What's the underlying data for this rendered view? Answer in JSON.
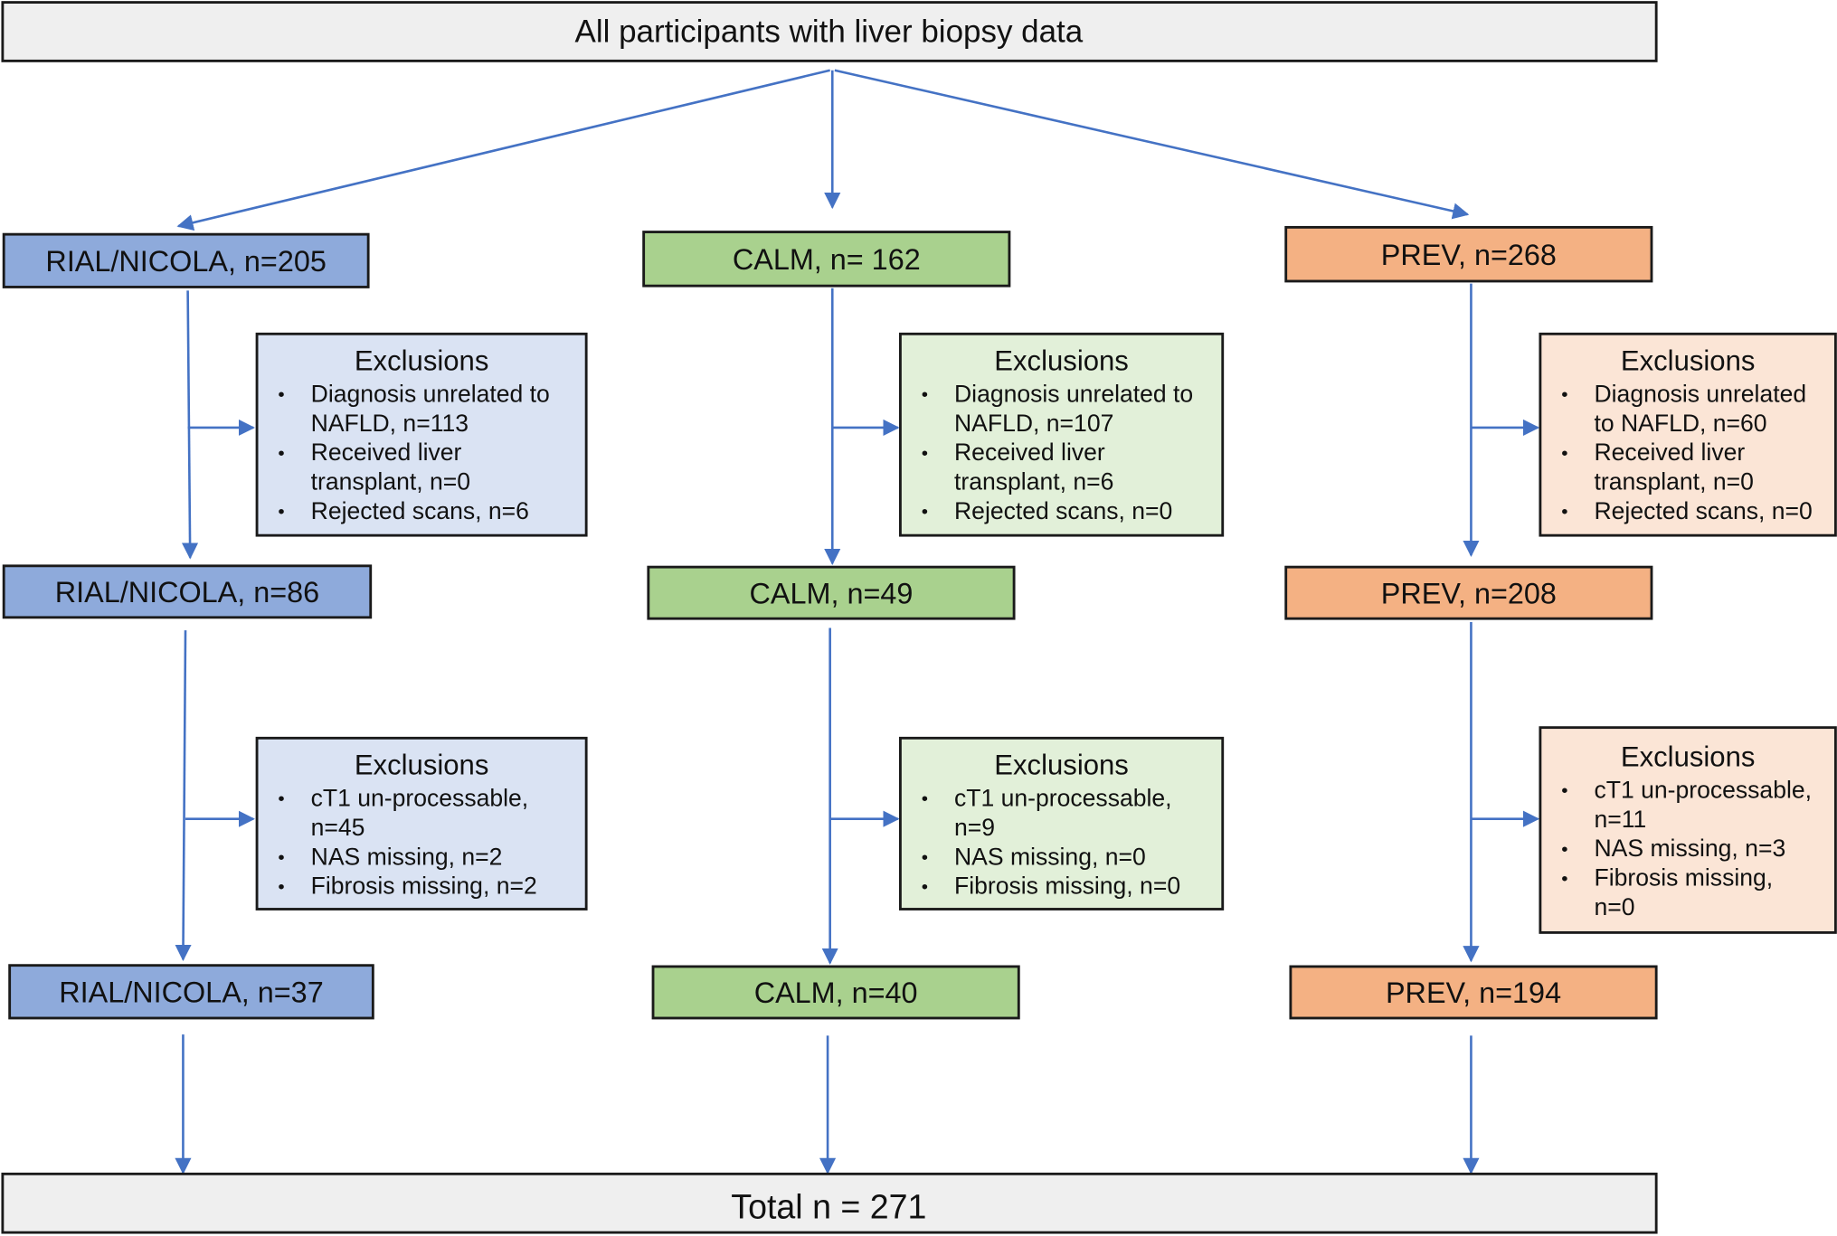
{
  "top": "All  participants with liver biopsy data",
  "total": "Total n = 271",
  "colors": {
    "arrow": "#4472c4",
    "top_fill": "#efefef",
    "rial_fill": "#8eaadb",
    "rial_light": "#dae3f3",
    "calm_fill": "#a9d18e",
    "calm_light": "#e2f0d9",
    "prev_fill": "#f4b183",
    "prev_light": "#fbe5d6"
  },
  "columns": [
    {
      "id": "rial",
      "stages": [
        "RIAL/NICOLA, n=205",
        "RIAL/NICOLA, n=86",
        "RIAL/NICOLA, n=37"
      ],
      "exclusions": [
        {
          "title": "Exclusions",
          "items": [
            [
              "Diagnosis unrelated to",
              "NAFLD, n=113"
            ],
            [
              "Received liver",
              "transplant, n=0"
            ],
            [
              "Rejected scans, n=6"
            ]
          ]
        },
        {
          "title": "Exclusions",
          "items": [
            [
              "cT1 un-processable,",
              "n=45"
            ],
            [
              "NAS missing, n=2"
            ],
            [
              "Fibrosis missing, n=2"
            ]
          ]
        }
      ]
    },
    {
      "id": "calm",
      "stages": [
        "CALM, n= 162",
        "CALM, n=49",
        "CALM, n=40"
      ],
      "exclusions": [
        {
          "title": "Exclusions",
          "items": [
            [
              "Diagnosis unrelated to",
              "NAFLD, n=107"
            ],
            [
              "Received liver",
              "transplant, n=6"
            ],
            [
              "Rejected scans, n=0"
            ]
          ]
        },
        {
          "title": "Exclusions",
          "items": [
            [
              "cT1 un-processable,",
              "n=9"
            ],
            [
              "NAS missing, n=0"
            ],
            [
              "Fibrosis missing, n=0"
            ]
          ]
        }
      ]
    },
    {
      "id": "prev",
      "stages": [
        "PREV, n=268",
        "PREV, n=208",
        "PREV, n=194"
      ],
      "exclusions": [
        {
          "title": "Exclusions",
          "items": [
            [
              "Diagnosis unrelated",
              "to NAFLD, n=60"
            ],
            [
              "Received liver",
              "transplant, n=0"
            ],
            [
              "Rejected scans, n=0"
            ]
          ]
        },
        {
          "title": "Exclusions",
          "items": [
            [
              "cT1 un-processable,",
              "n=11"
            ],
            [
              "NAS missing, n=3"
            ],
            [
              "Fibrosis missing,",
              "n=0"
            ]
          ]
        }
      ]
    }
  ]
}
